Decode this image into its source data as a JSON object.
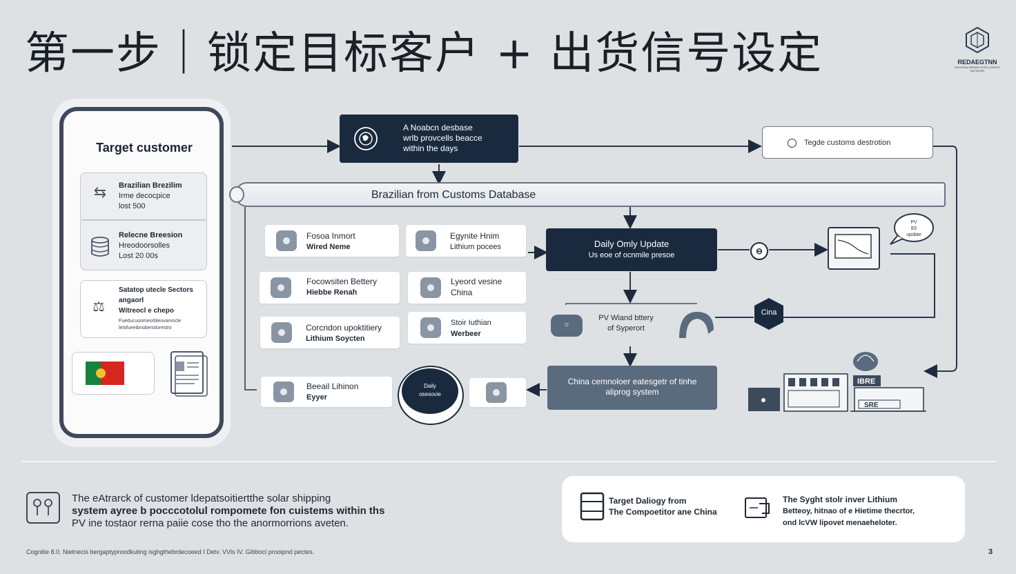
{
  "title": "第一步｜锁定目标客户 + 出货信号设定",
  "brand": {
    "name": "REDAEGTNN",
    "sub": "REGIONAL BRAND INTELLIGENCE NETWORK"
  },
  "phone": {
    "title": "Target customer",
    "card1": {
      "line1": "Brazilian Brezilim",
      "line2": "Irme decocpice",
      "line3": "lost 500"
    },
    "card2": {
      "line1": "Relecne Breesion",
      "line2": "Hreodoorsolles",
      "line3": "Lost 20 00s"
    },
    "card3": {
      "line1": "Satatop utecle Sectors",
      "line2": "angaorl",
      "line3": "Witreocl e chepo",
      "line4": "Fueducuoomeorbleovarvocle",
      "line5": "letsfueeibnoberstiorestro"
    }
  },
  "flow": {
    "top_box": {
      "line1": "A Noabcn desbase",
      "line2": "wrlb provcells beacce",
      "line3": "within the days"
    },
    "target_pill": "Tegde customs destrotion",
    "strip": "Brazilian from Customs Database",
    "cards_left": [
      {
        "line1": "Fosoa Inmort",
        "line2": "Wired Neme"
      },
      {
        "line1": "Focowsiten Bettery",
        "line2": "Hiebbe Renah"
      },
      {
        "line1": "Corcndon upoktitiery",
        "line2": "Lithium Soycten"
      },
      {
        "line1": "Beeail Lihinon",
        "line2": "Eyyer"
      }
    ],
    "cards_right": [
      {
        "line1": "Egynite Hnim",
        "line2": "Lithium pocees"
      },
      {
        "line1": "Lyeord vesine",
        "line2": "China"
      },
      {
        "line1": "Stoir Iuthian",
        "line2": "Werbeer"
      }
    ],
    "daily_box": {
      "line1": "Daily Omly Update",
      "line2": "Us eoe of ocnmile presoe"
    },
    "pv_label": {
      "line1": "PV Wiand bttery",
      "line2": "of Syperort"
    },
    "china_hex": "Cina",
    "speech": {
      "line1": "PV",
      "line2": "8S",
      "line3": "update"
    },
    "china_box": {
      "line1": "China cemnoloer eatesgetr of tinhe",
      "line2": "aliprog system"
    },
    "db_label": {
      "line1": "Daily",
      "line2": "osesovie"
    },
    "facility_sign": "IBRE",
    "facility_sign2": "SRE"
  },
  "bottom": {
    "text": [
      "The eAtrarck of customer ldepatsoitiertthe solar shipping",
      "system ayree b pocccotolul rompomete fon cuistems within ths",
      "PV ine tostaor rerna paiie cose tho the anormorrions aveten."
    ],
    "card_a": {
      "line1": "Target Daliogy from",
      "line2": "The Compoetitor ane China"
    },
    "card_b": {
      "line1": "The Syght stolr inver Lithium",
      "line2": "Betteoy, hitnao of e Hietime thecrtor,",
      "line3": "ond lcVW lipovet menaeheloter."
    }
  },
  "footer": "Cognitie 8.0. Nietnecis bergaptyproodkuting isghgthebrdecoeed I Detv. VVls IV. Gibbocl prooipnd pectes.",
  "page_number": "3",
  "colors": {
    "navy": "#1a2a3e",
    "slate": "#5b6b7e",
    "background": "#dde1e4",
    "flag_green": "#16833c",
    "flag_red": "#d7261e"
  }
}
